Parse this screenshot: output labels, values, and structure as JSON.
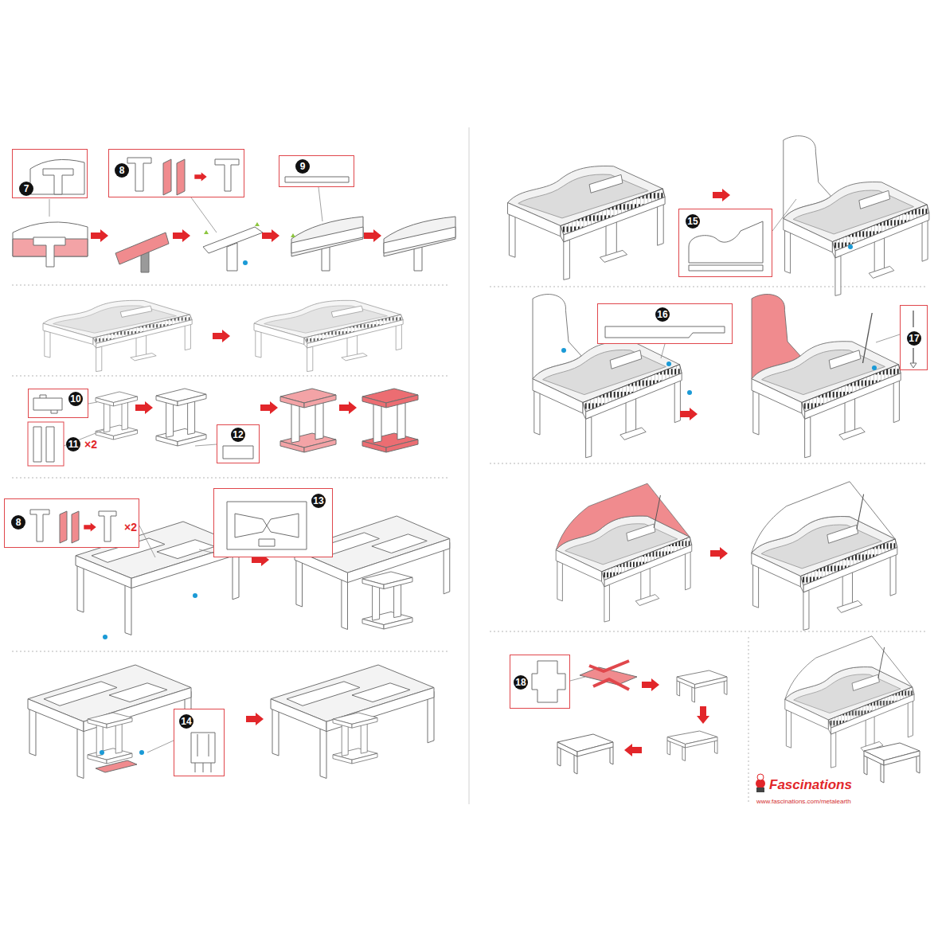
{
  "diagram": {
    "nodes": [
      {
        "text": [
          "7"
        ]
      },
      {
        "text": [
          "8"
        ]
      },
      {
        "text": [
          "9"
        ]
      },
      {
        "text": [
          "10"
        ]
      },
      {
        "text": [
          "12"
        ]
      },
      {
        "text": [
          "8",
          "×2"
        ]
      },
      {
        "text": [
          "13"
        ]
      },
      {
        "text": [
          "14"
        ]
      },
      {
        "text": [
          "15"
        ]
      },
      {
        "text": [
          "16"
        ]
      },
      {
        "text": [
          "17"
        ]
      },
      {
        "text": [
          "18"
        ]
      }
    ],
    "labels": [
      "11",
      "×2",
      "Fascinations",
      "www.fascinations.com/metalearth"
    ]
  }
}
